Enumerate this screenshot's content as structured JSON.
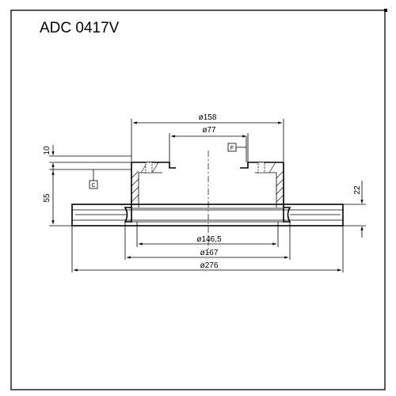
{
  "title": "ADC 0417V",
  "dimensions": {
    "d158": "ø158",
    "d77": "ø77",
    "d146_5": "ø146,5",
    "d167": "ø167",
    "d276": "ø276",
    "h10": "10",
    "h55": "55",
    "h22": "22"
  },
  "datums": {
    "c": "C",
    "f": "F"
  }
}
